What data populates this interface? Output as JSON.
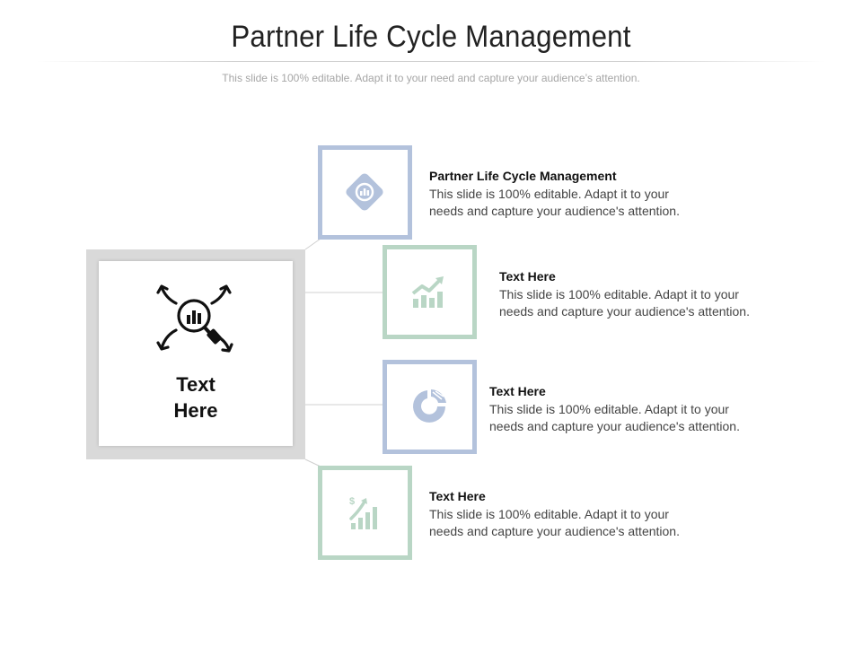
{
  "title": "Partner Life Cycle Management",
  "subtitle": "This slide is 100% editable. Adapt it to your need and capture your audience’s attention.",
  "hub": {
    "label_line1": "Text",
    "label_line2": "Here",
    "icon": "magnifier-chart-arrows-icon"
  },
  "steps": [
    {
      "heading": "Partner Life Cycle Management",
      "desc_line1": "This slide is 100% editable. Adapt it to your",
      "desc_line2": "needs and capture your audience's attention.",
      "icon": "diamond-target-icon",
      "color": "#b3c2dc"
    },
    {
      "heading": "Text Here",
      "desc_line1": "This slide is 100% editable. Adapt it to your",
      "desc_line2": "needs and capture your audience's attention.",
      "icon": "growth-chart-icon",
      "color": "#b9d6c5"
    },
    {
      "heading": "Text Here",
      "desc_line1": "This slide is 100% editable. Adapt it to your",
      "desc_line2": "needs and capture your audience's attention.",
      "icon": "donut-chart-icon",
      "color": "#b3c2dc"
    },
    {
      "heading": "Text Here",
      "desc_line1": "This slide is 100% editable. Adapt it to your",
      "desc_line2": "needs and capture your audience's attention.",
      "icon": "dollar-growth-icon",
      "color": "#b9d6c5"
    }
  ]
}
